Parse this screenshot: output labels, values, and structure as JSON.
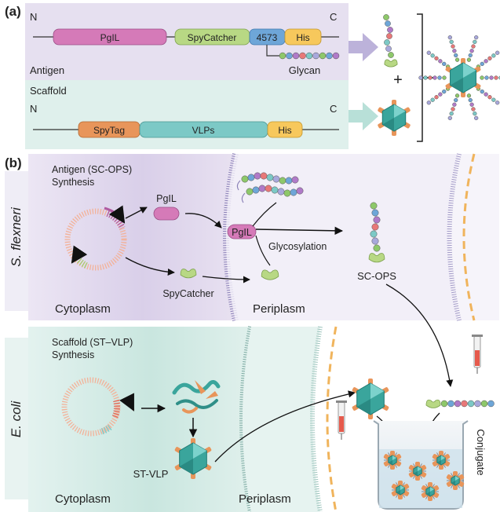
{
  "panel_a": {
    "label": "(a)",
    "antigen": {
      "title": "Antigen",
      "n_term": "N",
      "c_term": "C",
      "domains": [
        "PgIL",
        "SpyCatcher",
        "4573",
        "His"
      ],
      "glycan_label": "Glycan"
    },
    "scaffold": {
      "title": "Scaffold",
      "n_term": "N",
      "c_term": "C",
      "domains": [
        "SpyTag",
        "VLPs",
        "His"
      ]
    },
    "plus": "+"
  },
  "panel_b": {
    "label": "(b)",
    "s_flexneri": {
      "organism": "S. flexneri",
      "title_line1": "Antigen (SC-OPS)",
      "title_line2": "Synthesis",
      "pgil_label": "PgIL",
      "pgil_membrane_label": "PgIL",
      "spycatcher_label": "SpyCatcher",
      "glycosylation_label": "Glycosylation",
      "product_label": "SC-OPS",
      "cytoplasm_label": "Cytoplasm",
      "periplasm_label": "Periplasm"
    },
    "e_coli": {
      "organism": "E. coli",
      "title_line1": "Scaffold (ST–VLP)",
      "title_line2": "Synthesis",
      "product_label": "ST-VLP",
      "cytoplasm_label": "Cytoplasm",
      "periplasm_label": "Periplasm"
    },
    "conjugate_label": "Conjugate"
  },
  "colors": {
    "antigen_bg": "#e6e0f0",
    "scaffold_bg": "#dff0ec",
    "pgil": "#d57ab8",
    "spycatcher": "#b8d884",
    "tag_4573": "#6ea6d8",
    "his": "#f7c85c",
    "spytag": "#e8955a",
    "vlp": "#7cc9c6",
    "arrow_purple": "#bcb2da",
    "arrow_teal": "#b8e0d8"
  }
}
